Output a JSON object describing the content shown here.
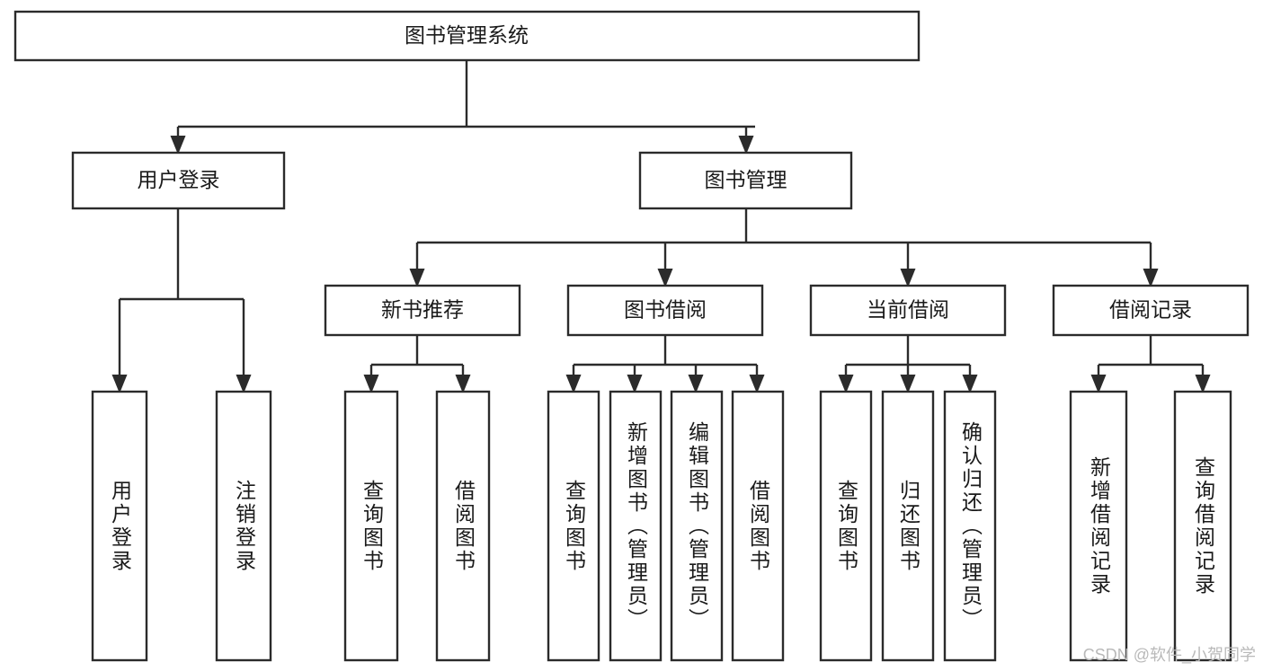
{
  "diagram": {
    "type": "tree-hierarchy",
    "title": "图书管理系统",
    "theme": {
      "background": "#ffffff",
      "box_fill": "#ffffff",
      "box_stroke": "#2b2b2b",
      "text_color": "#1a1a1a",
      "watermark_color": "#b9b9b9"
    },
    "levels": [
      {
        "level": 1,
        "nodes": [
          {
            "id": "root",
            "label": "图书管理系统",
            "orientation": "horizontal"
          }
        ]
      },
      {
        "level": 2,
        "nodes": [
          {
            "id": "user-login",
            "label": "用户登录",
            "orientation": "horizontal",
            "parent": "root"
          },
          {
            "id": "book-manage",
            "label": "图书管理",
            "orientation": "horizontal",
            "parent": "root"
          }
        ]
      },
      {
        "level": 3,
        "nodes": [
          {
            "id": "new-book-recommend",
            "label": "新书推荐",
            "orientation": "horizontal",
            "parent": "book-manage"
          },
          {
            "id": "book-borrow",
            "label": "图书借阅",
            "orientation": "horizontal",
            "parent": "book-manage"
          },
          {
            "id": "current-borrow",
            "label": "当前借阅",
            "orientation": "horizontal",
            "parent": "book-manage"
          },
          {
            "id": "borrow-record",
            "label": "借阅记录",
            "orientation": "horizontal",
            "parent": "book-manage"
          }
        ]
      },
      {
        "level": 4,
        "nodes": [
          {
            "id": "leaf-user-login",
            "label": "用户登录",
            "orientation": "vertical",
            "parent": "user-login"
          },
          {
            "id": "leaf-logout-login",
            "label": "注销登录",
            "orientation": "vertical",
            "parent": "user-login"
          },
          {
            "id": "leaf-query-book-1",
            "label": "查询图书",
            "orientation": "vertical",
            "parent": "new-book-recommend"
          },
          {
            "id": "leaf-borrow-book-1",
            "label": "借阅图书",
            "orientation": "vertical",
            "parent": "new-book-recommend"
          },
          {
            "id": "leaf-query-book-2",
            "label": "查询图书",
            "orientation": "vertical",
            "parent": "book-borrow"
          },
          {
            "id": "leaf-add-book",
            "label": "新增图书（管理员）",
            "orientation": "vertical",
            "parent": "book-borrow"
          },
          {
            "id": "leaf-edit-book",
            "label": "编辑图书（管理员）",
            "orientation": "vertical",
            "parent": "book-borrow"
          },
          {
            "id": "leaf-borrow-book-2",
            "label": "借阅图书",
            "orientation": "vertical",
            "parent": "book-borrow"
          },
          {
            "id": "leaf-query-book-3",
            "label": "查询图书",
            "orientation": "vertical",
            "parent": "current-borrow"
          },
          {
            "id": "leaf-return-book",
            "label": "归还图书",
            "orientation": "vertical",
            "parent": "current-borrow"
          },
          {
            "id": "leaf-confirm-return",
            "label": "确认归还（管理员）",
            "orientation": "vertical",
            "parent": "current-borrow"
          },
          {
            "id": "leaf-add-record",
            "label": "新增借阅记录",
            "orientation": "vertical",
            "parent": "borrow-record"
          },
          {
            "id": "leaf-query-record",
            "label": "查询借阅记录",
            "orientation": "vertical",
            "parent": "borrow-record"
          }
        ]
      }
    ],
    "labels": {
      "root": "图书管理系统",
      "user_login": "用户登录",
      "book_manage": "图书管理",
      "new_book_recommend": "新书推荐",
      "book_borrow": "图书借阅",
      "current_borrow": "当前借阅",
      "borrow_record": "借阅记录",
      "leaf_user_login": "用户登录",
      "leaf_logout_login": "注销登录",
      "leaf_query_book_1": "查询图书",
      "leaf_borrow_book_1": "借阅图书",
      "leaf_query_book_2": "查询图书",
      "leaf_add_book": "新增图书（管理员）",
      "leaf_edit_book": "编辑图书（管理员）",
      "leaf_borrow_book_2": "借阅图书",
      "leaf_query_book_3": "查询图书",
      "leaf_return_book": "归还图书",
      "leaf_confirm_return": "确认归还（管理员）",
      "leaf_add_record": "新增借阅记录",
      "leaf_query_record": "查询借阅记录"
    }
  },
  "watermark": {
    "text": "CSDN @软件_小贺同学"
  }
}
